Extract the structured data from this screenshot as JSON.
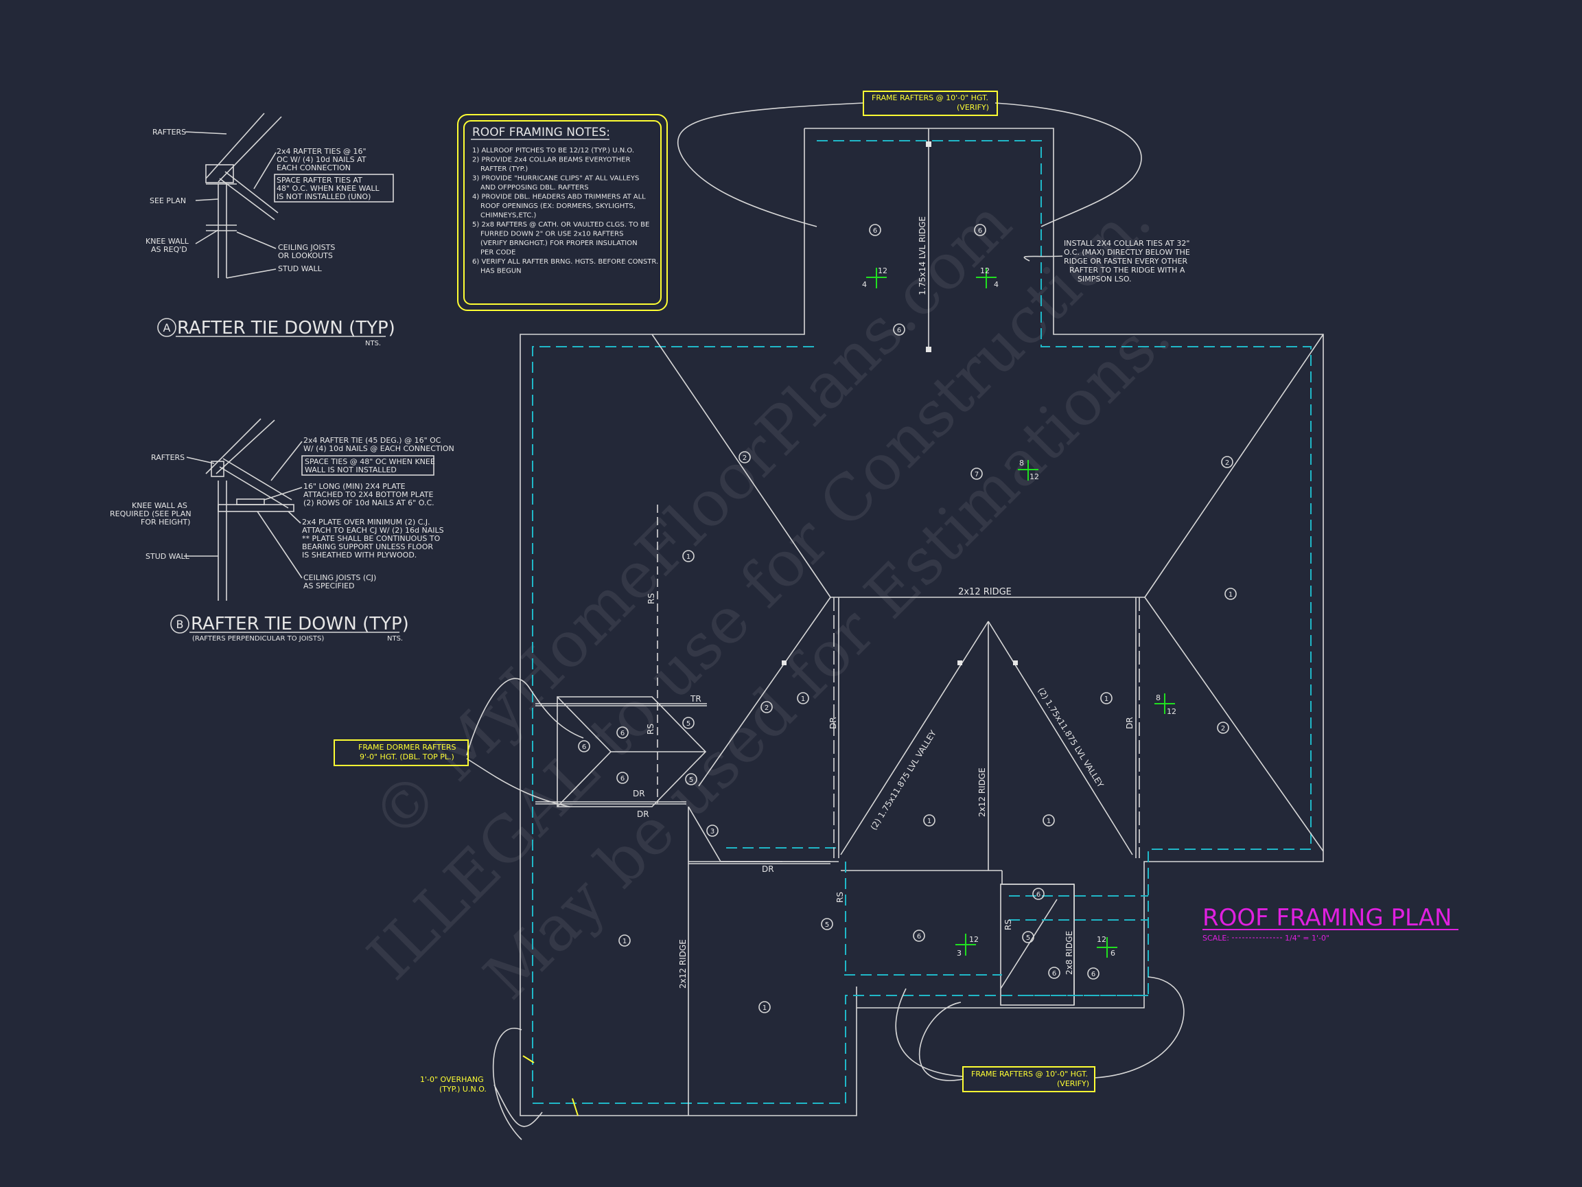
{
  "detail_a": {
    "title": "RAFTER TIE DOWN (TYP)",
    "marker": "A",
    "scale": "NTS.",
    "labels": {
      "rafters": "RAFTERS",
      "see_plan": "SEE PLAN",
      "knee_wall_1": "KNEE WALL",
      "knee_wall_2": "AS REQ'D",
      "rafter_ties_1": "2x4 RAFTER TIES @ 16\"",
      "rafter_ties_2": "OC W/ (4) 10d NAILS AT",
      "rafter_ties_3": "EACH CONNECTION",
      "space_1": "SPACE RAFTER TIES AT",
      "space_2": "48\" O.C. WHEN KNEE WALL",
      "space_3": "IS NOT INSTALLED (UNO)",
      "ceiling_1": "CEILING JOISTS",
      "ceiling_2": "OR LOOKOUTS",
      "stud_wall": "STUD WALL"
    }
  },
  "detail_b": {
    "title": "RAFTER TIE DOWN (TYP)",
    "marker": "B",
    "subtitle": "(RAFTERS PERPENDICULAR TO JOISTS)",
    "scale": "NTS.",
    "labels": {
      "rafters": "RAFTERS",
      "knee_1": "KNEE WALL AS",
      "knee_2": "REQUIRED (SEE PLAN",
      "knee_3": "FOR HEIGHT)",
      "stud_wall": "STUD WALL",
      "tie_1": "2x4 RAFTER TIE (45 DEG.) @ 16\" OC",
      "tie_2": "W/ (4) 10d NAILS @ EACH CONNECTION",
      "space_1": "SPACE TIES @ 48\" OC WHEN KNEE",
      "space_2": "WALL IS NOT INSTALLED",
      "plate_1": "16\" LONG (MIN) 2X4 PLATE",
      "plate_2": "ATTACHED TO 2X4 BOTTOM PLATE",
      "plate_3": "(2) ROWS OF 10d NAILS AT 6\" O.C.",
      "cj_1": "2x4 PLATE OVER MINIMUM (2) C.J.",
      "cj_2": "ATTACH TO EACH CJ W/ (2) 16d NAILS",
      "cj_3": "** PLATE SHALL BE CONTINUOUS TO",
      "cj_4": "BEARING SUPPORT UNLESS FLOOR",
      "cj_5": "IS SHEATHED WITH PLYWOOD.",
      "ceiling_1": "CEILING JOISTS (CJ)",
      "ceiling_2": "AS SPECIFIED"
    }
  },
  "notes": {
    "title": "ROOF FRAMING NOTES:",
    "lines": [
      "1) ALLROOF PITCHES TO BE 12/12 (TYP.) U.N.O.",
      "2) PROVIDE 2x4 COLLAR BEAMS EVERYOTHER",
      "   RAFTER (TYP.)",
      "3) PROVIDE \"HURRICANE CLIPS\" AT ALL VALLEYS",
      "   AND OFPPOSING DBL. RAFTERS",
      "4) PROVIDE DBL. HEADERS ABD TRIMMERS AT ALL",
      "   ROOF OPENINGS (EX: DORMERS, SKYLIGHTS,",
      "   CHIMNEYS,ETC.)",
      "5) 2x8 RAFTERS @ CATH. OR VAULTED CLGS. TO BE",
      "   FURRED DOWN 2\" OR USE 2x10 RAFTERS",
      "   (VERIFY BRNGHGT.) FOR PROPER INSULATION",
      "   PER CODE",
      "6) VERIFY ALL RAFTER BRNG. HGTS. BEFORE CONSTR.",
      "   HAS BEGUN"
    ]
  },
  "plan": {
    "title": "ROOF FRAMING PLAN",
    "scale_label": "SCALE:",
    "scale_value": "1/4\" = 1'-0\"",
    "callout_top_1": "FRAME RAFTERS @ 10'-0\" HGT.",
    "callout_top_2": "(VERIFY)",
    "callout_bottom_1": "FRAME RAFTERS @ 10'-0\" HGT.",
    "callout_bottom_2": "(VERIFY)",
    "callout_dormer_1": "FRAME DORMER RAFTERS",
    "callout_dormer_2": "9'-0\" HGT. (DBL. TOP PL.)",
    "collar_1": "INSTALL 2X4 COLLAR TIES AT 32\"",
    "collar_2": "O.C. (MAX) DIRECTLY BELOW THE",
    "collar_3": "RIDGE OR FASTEN EVERY OTHER",
    "collar_4": "RAFTER TO THE RIDGE WITH A",
    "collar_5": "SIMPSON LSO.",
    "overhang_1": "1'-0\" OVERHANG",
    "overhang_2": "(TYP.) U.N.O.",
    "ridge_main": "2x12 RIDGE",
    "ridge_center": "2x12 RIDGE",
    "ridge_left": "2x12 RIDGE",
    "ridge_small": "2x8 RIDGE",
    "lvl_top": "1.75x14 LVL RIDGE",
    "valley_left": "(2) 1.75x11.875 LVL VALLEY",
    "valley_right": "(2) 1.75x11.875 LVL VALLEY",
    "tr": "TR",
    "dr": "DR",
    "rs": "RS",
    "pitch_12": "12",
    "pitch_4": "4",
    "pitch_8": "8",
    "pitch_3": "3",
    "pitch_6": "6"
  },
  "watermark": {
    "line1": "© MyHomeFloorPlans.com",
    "line2": "ILLEGAL to use for Construction.",
    "line3": "May be used for Estimations."
  }
}
